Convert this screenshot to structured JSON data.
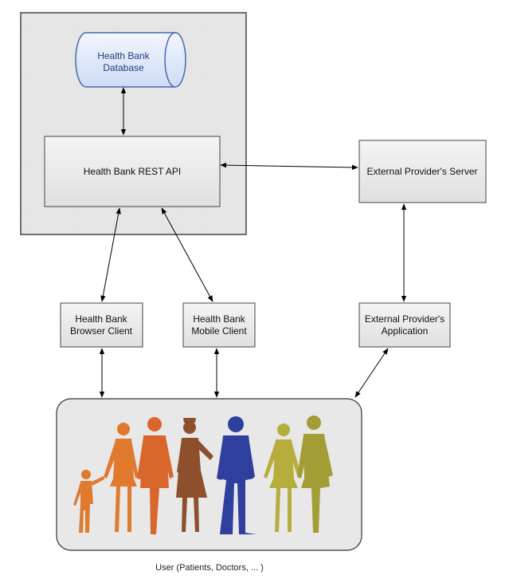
{
  "nodes": {
    "database": {
      "label_line1": "Health Bank",
      "label_line2": "Database"
    },
    "rest_api": {
      "label": "Health Bank REST API"
    },
    "external_server": {
      "label": "External Provider's Server"
    },
    "browser_client": {
      "label_line1": "Health Bank",
      "label_line2": "Browser Client"
    },
    "mobile_client": {
      "label_line1": "Health Bank",
      "label_line2": "Mobile Client"
    },
    "external_app": {
      "label_line1": "External Provider's",
      "label_line2": "Application"
    },
    "users": {
      "caption": "User (Patients, Doctors, ... )"
    }
  },
  "edges": [
    {
      "from": "database",
      "to": "rest_api",
      "direction": "bidirectional"
    },
    {
      "from": "rest_api",
      "to": "external_server",
      "direction": "bidirectional"
    },
    {
      "from": "rest_api",
      "to": "browser_client",
      "direction": "bidirectional"
    },
    {
      "from": "rest_api",
      "to": "mobile_client",
      "direction": "bidirectional"
    },
    {
      "from": "external_server",
      "to": "external_app",
      "direction": "bidirectional"
    },
    {
      "from": "browser_client",
      "to": "users",
      "direction": "bidirectional"
    },
    {
      "from": "mobile_client",
      "to": "users",
      "direction": "bidirectional"
    },
    {
      "from": "external_app",
      "to": "users",
      "direction": "bidirectional"
    }
  ],
  "colors": {
    "container_fill": "#e7e7e7",
    "box_fill": "#ececec",
    "database_fill": "#dfe8fb",
    "database_stroke": "#4a68b0",
    "people": [
      "#e07a2e",
      "#d9672c",
      "#8e4f2c",
      "#2f3f9e",
      "#b6ad3c",
      "#a39d35"
    ]
  }
}
